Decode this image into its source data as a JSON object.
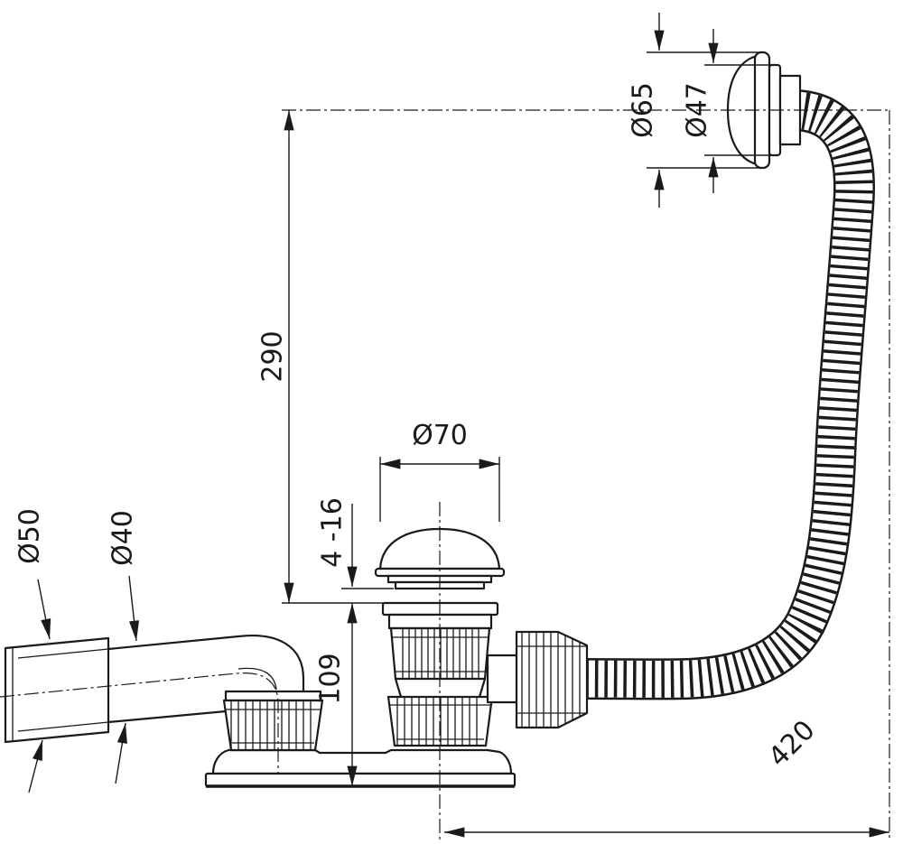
{
  "background": "#ffffff",
  "line_color": "#1a1a1a",
  "dimensions": {
    "overflow_face_outer": "Ø65",
    "overflow_face_inner": "Ø47",
    "overflow_to_waste_height": "290",
    "plug_cap_diameter": "Ø70",
    "adjustment_range": "4 -16",
    "waste_body_height": "109",
    "outlet_socket_diameter": "Ø50",
    "outlet_pipe_diameter": "Ø40",
    "hose_length": "420"
  }
}
